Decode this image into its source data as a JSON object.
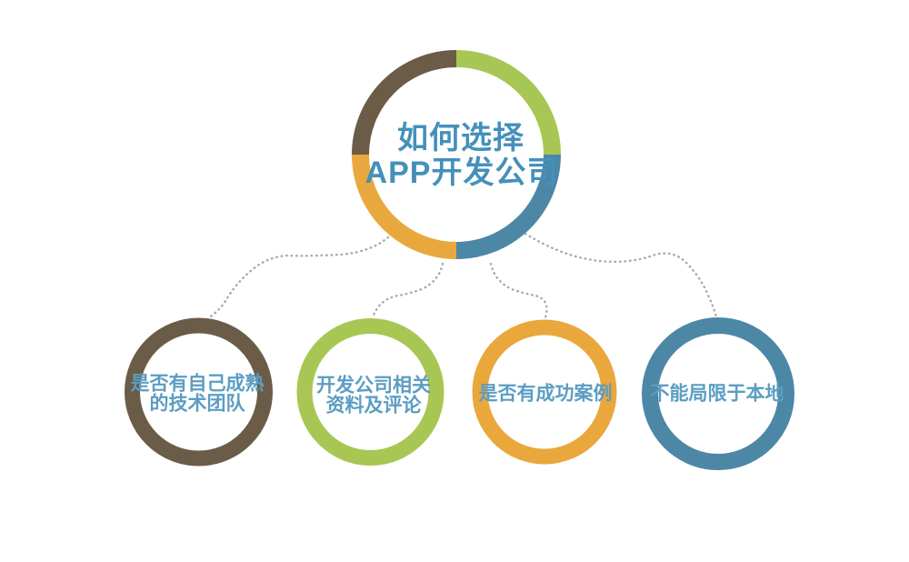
{
  "page": {
    "background": "#ffffff"
  },
  "diagram": {
    "center": {
      "title_line1": "如何选择",
      "title_line2": "APP开发公司",
      "ring_segments": [
        {
          "position": "top-left",
          "color": "#6b5c47"
        },
        {
          "position": "top-right",
          "color": "#a8c653"
        },
        {
          "position": "bottom-right",
          "color": "#4c87a6"
        },
        {
          "position": "bottom-left",
          "color": "#e9a83e"
        }
      ]
    },
    "nodes": [
      {
        "id": "mature-team",
        "line1": "是否有自己成熟",
        "line2": "的技术团队",
        "ring_color": "#6b5c47"
      },
      {
        "id": "company-reviews",
        "line1": "开发公司相关",
        "line2": "资料及评论",
        "ring_color": "#a8c653"
      },
      {
        "id": "success-cases",
        "line1": "是否有成功案例",
        "line2": "",
        "ring_color": "#eaa73c"
      },
      {
        "id": "not-local-only",
        "line1": "不能局限于本地",
        "line2": "",
        "ring_color": "#4c87a6"
      }
    ],
    "text_colors": {
      "title": "#4590bb",
      "node_label": "#5b9dc2"
    },
    "connector_color": "#a9a9a9"
  }
}
